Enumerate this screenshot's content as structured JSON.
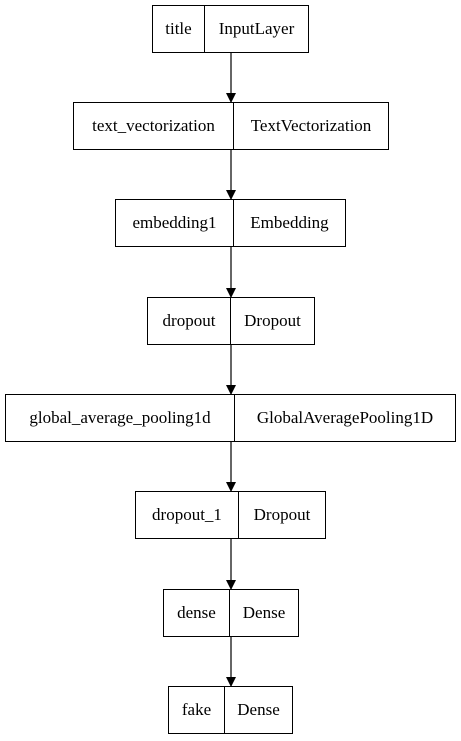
{
  "diagram": {
    "layers": [
      {
        "name": "title",
        "type": "InputLayer"
      },
      {
        "name": "text_vectorization",
        "type": "TextVectorization"
      },
      {
        "name": "embedding1",
        "type": "Embedding"
      },
      {
        "name": "dropout",
        "type": "Dropout"
      },
      {
        "name": "global_average_pooling1d",
        "type": "GlobalAveragePooling1D"
      },
      {
        "name": "dropout_1",
        "type": "Dropout"
      },
      {
        "name": "dense",
        "type": "Dense"
      },
      {
        "name": "fake",
        "type": "Dense"
      }
    ],
    "edges": [
      {
        "from": "title",
        "to": "text_vectorization"
      },
      {
        "from": "text_vectorization",
        "to": "embedding1"
      },
      {
        "from": "embedding1",
        "to": "dropout"
      },
      {
        "from": "dropout",
        "to": "global_average_pooling1d"
      },
      {
        "from": "global_average_pooling1d",
        "to": "dropout_1"
      },
      {
        "from": "dropout_1",
        "to": "dense"
      },
      {
        "from": "dense",
        "to": "fake"
      }
    ]
  },
  "colors": {
    "stroke": "#000000",
    "background": "#ffffff",
    "text": "#000000"
  }
}
